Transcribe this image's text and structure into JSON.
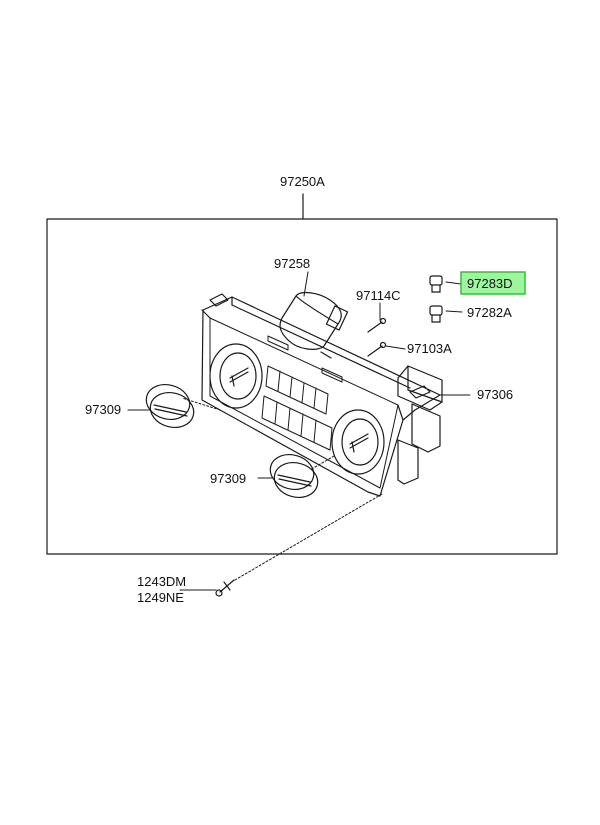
{
  "labels": {
    "assembly": "97250A",
    "actuator": "97258",
    "screw_top": "97114C",
    "bulb_highlighted": "97283D",
    "bulb_other": "97282A",
    "screw_mid": "97103A",
    "connector": "97306",
    "knob_left": "97309",
    "knob_bottom": "97309",
    "screw_bottom_1": "1243DM",
    "screw_bottom_2": "1249NE"
  },
  "colors": {
    "line": "#1a1a1a",
    "highlight_fill": "#9ff59f",
    "highlight_border": "#2fb82f",
    "background": "#ffffff"
  }
}
